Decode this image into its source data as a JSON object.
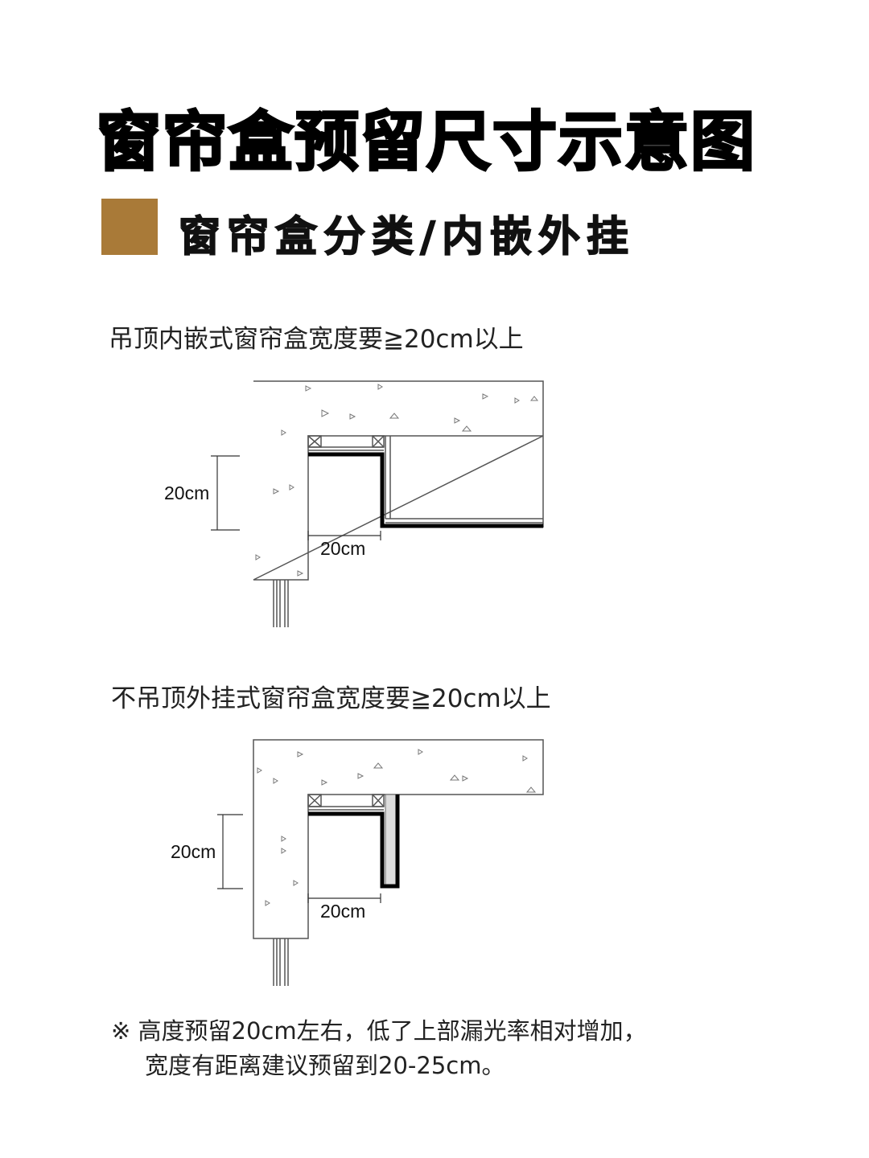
{
  "title": "窗帘盒预留尺寸示意图",
  "section": {
    "title": "窗帘盒分类/内嵌外挂",
    "accent_color": "#a97a38"
  },
  "diagrams": [
    {
      "caption": "吊顶内嵌式窗帘盒宽度要≧20cm以上",
      "height_label": "20cm",
      "width_label": "20cm"
    },
    {
      "caption": "不吊顶外挂式窗帘盒宽度要≧20cm以上",
      "height_label": "20cm",
      "width_label": "20cm"
    }
  ],
  "note": {
    "line1": "※ 高度预留20cm左右，低了上部漏光率相对增加，",
    "line2": "宽度有距离建议预留到20-25cm。"
  }
}
